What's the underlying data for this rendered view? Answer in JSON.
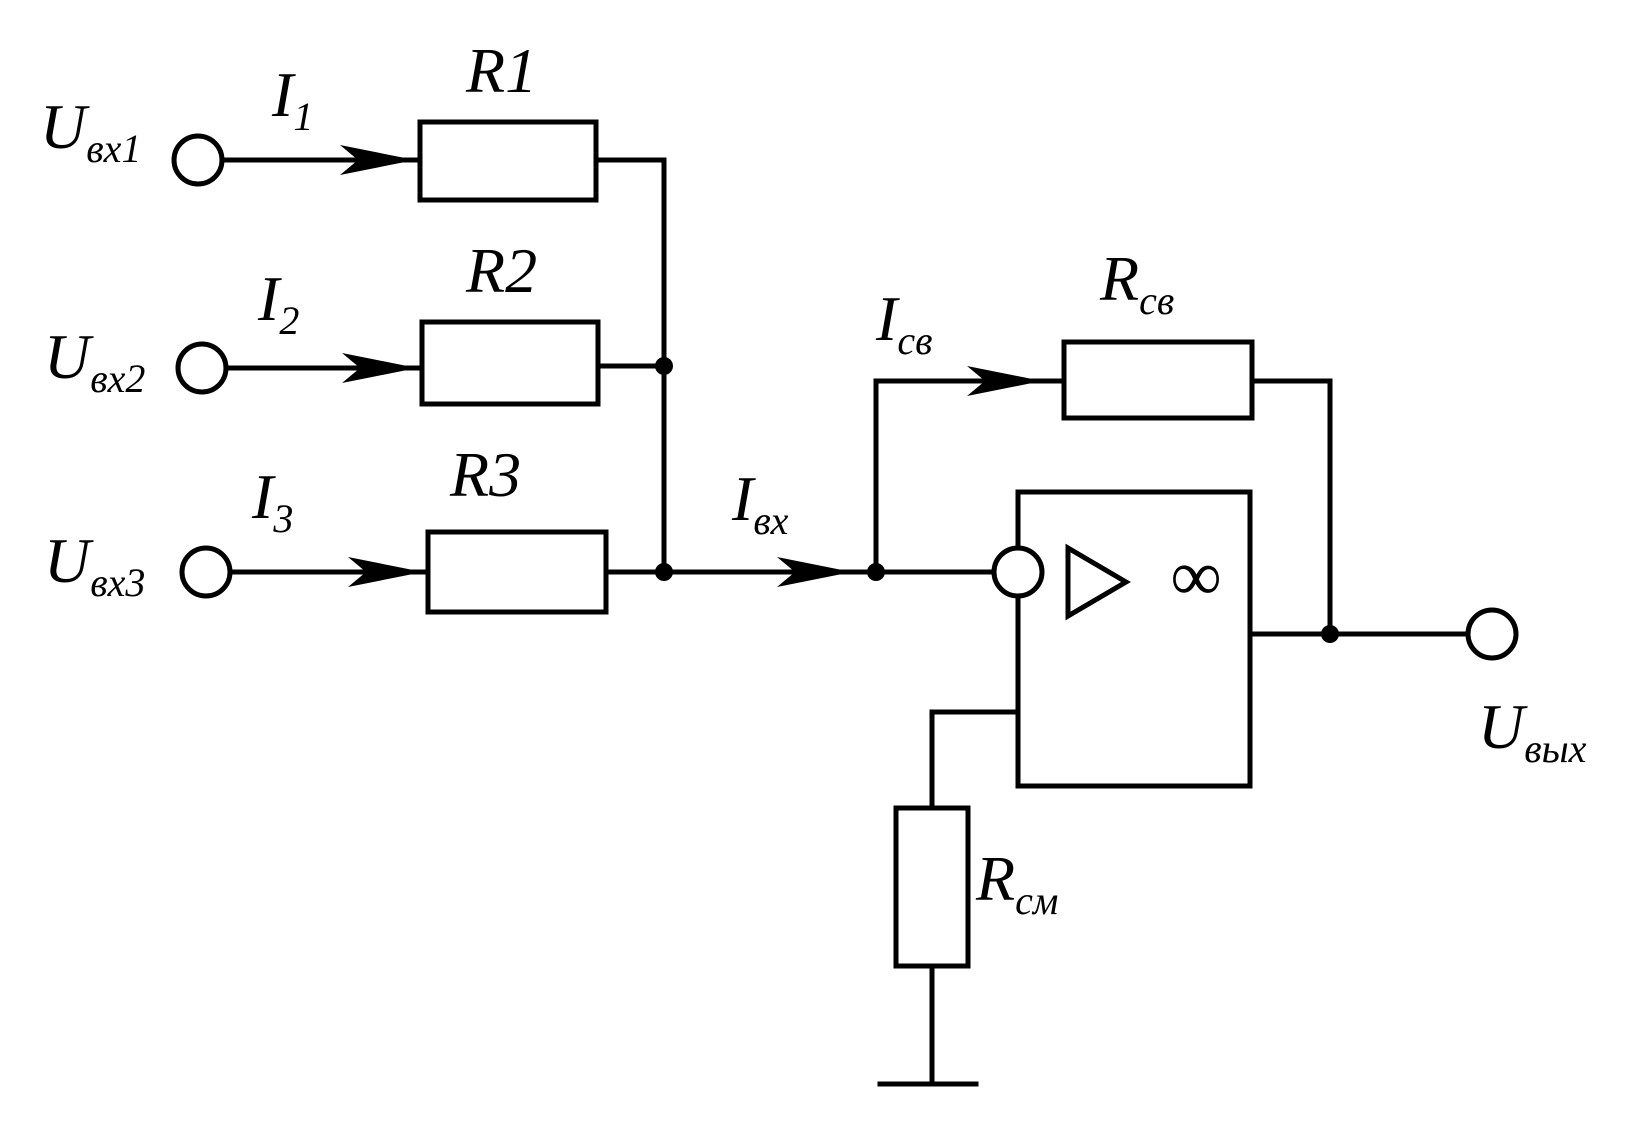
{
  "inputs": [
    {
      "main": "U",
      "sub": "вх1"
    },
    {
      "main": "U",
      "sub": "вх2"
    },
    {
      "main": "U",
      "sub": "вх3"
    }
  ],
  "currents": [
    {
      "main": "I",
      "sub": "1"
    },
    {
      "main": "I",
      "sub": "2"
    },
    {
      "main": "I",
      "sub": "3"
    }
  ],
  "resistors": [
    "R1",
    "R2",
    "R3"
  ],
  "input_current": {
    "main": "I",
    "sub": "вх"
  },
  "feedback_current": {
    "main": "I",
    "sub": "св"
  },
  "feedback_resistor": {
    "main": "R",
    "sub": "св"
  },
  "bias_resistor": {
    "main": "R",
    "sub": "см"
  },
  "output": {
    "main": "U",
    "sub": "вых"
  },
  "opamp": {
    "triangle": "▷",
    "gain": "∞"
  }
}
